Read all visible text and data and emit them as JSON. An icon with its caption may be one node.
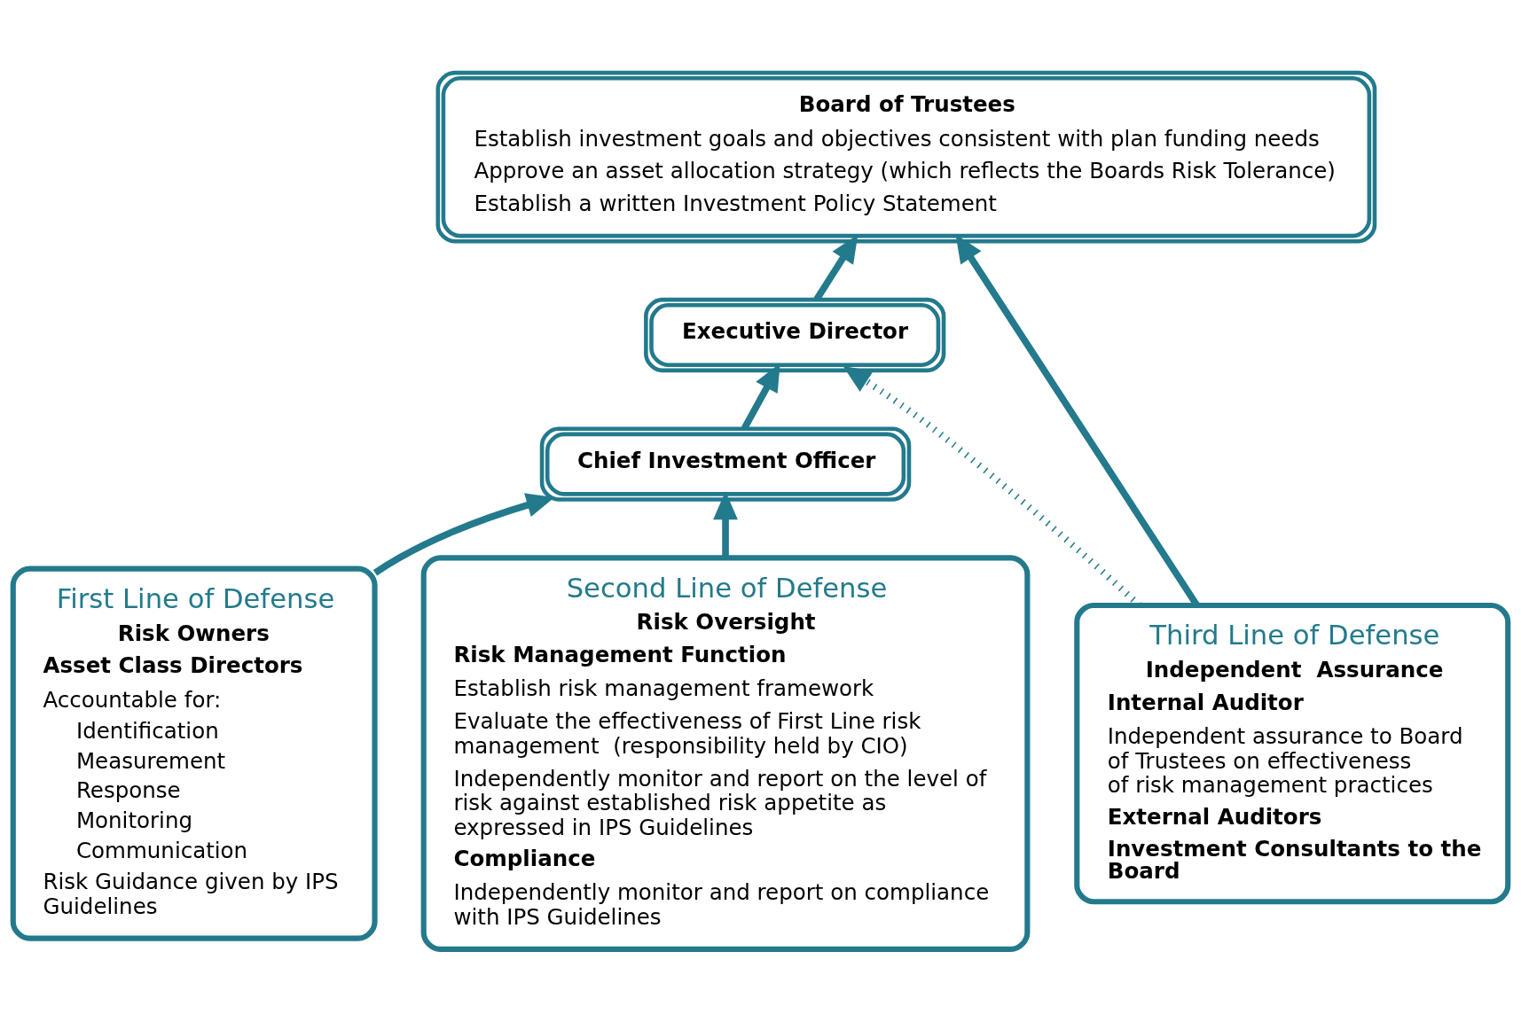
{
  "diagram": {
    "nodes": [
      {
        "text": [
          "Board of Trustees",
          "Establish investment goals and objectives consistent with plan funding needs",
          "Approve an asset allocation strategy (which reflects the Boards Risk Tolerance)",
          "Establish a written Investment Policy Statement"
        ]
      },
      {
        "text": [
          "Executive Director"
        ]
      },
      {
        "text": [
          "Chief Investment Officer"
        ]
      },
      {
        "text": [
          "First Line of Defense",
          "Risk Owners",
          "Asset Class Directors",
          "Accountable for:",
          "Identification",
          "Measurement",
          "Response",
          "Monitoring",
          "Communication",
          "Risk Guidance given by IPS Guidelines"
        ]
      },
      {
        "text": [
          "Second Line of Defense",
          "Risk Oversight",
          "Risk Management Function",
          "Establish risk management framework",
          "Evaluate the effectiveness of First Line risk management  (responsibility held by CIO)",
          "Independently monitor and report on the level of risk against established risk appetite as expressed in IPS Guidelines",
          "Compliance",
          "Independently monitor and report on compliance with IPS Guidelines"
        ]
      },
      {
        "text": [
          "Third Line of Defense",
          "Independent  Assurance",
          "Internal Auditor",
          "Independent assurance to Board of Trustees on effectiveness of risk management practices",
          "External Auditors",
          "Investment Consultants to the Board"
        ]
      }
    ],
    "edges": [
      {
        "from": 1,
        "to": 0,
        "arrow": "to"
      },
      {
        "from": 2,
        "to": 1,
        "arrow": "to"
      },
      {
        "from": 3,
        "to": 2,
        "arrow": "to"
      },
      {
        "from": 4,
        "to": 2,
        "arrow": "to"
      },
      {
        "from": 5,
        "to": 0,
        "arrow": "to"
      },
      {
        "from": 5,
        "to": 1,
        "arrow": "to",
        "style": "dashed"
      }
    ]
  }
}
